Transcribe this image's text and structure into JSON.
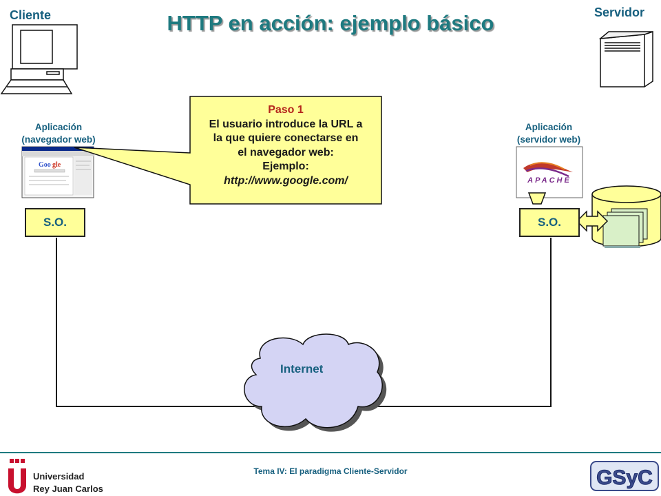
{
  "title": "HTTP en acción: ejemplo básico",
  "client": {
    "label": "Cliente",
    "app_label_line1": "Aplicación",
    "app_label_line2": "(navegador web)",
    "os_label": "S.O."
  },
  "server": {
    "label": "Servidor",
    "app_label_line1": "Aplicación",
    "app_label_line2": "(servidor web)",
    "os_label": "S.O.",
    "apache_logo_text": "APACHE"
  },
  "callout": {
    "step": "Paso 1",
    "line1": "El usuario introduce la URL a",
    "line2": "la que quiere conectarse en",
    "line3": "el navegador web:",
    "line4": "Ejemplo:",
    "url": "http://www.google.com/"
  },
  "network": {
    "label": "Internet"
  },
  "footer": {
    "text": "Tema IV: El paradigma Cliente-Servidor",
    "university_line1": "Universidad",
    "university_line2": "Rey Juan Carlos",
    "gsyc_logo_text": "GSyC"
  },
  "colors": {
    "title": "#1e7a80",
    "label": "#17607f",
    "os_box_fill": "#ffff99",
    "callout_fill": "#ffff99",
    "cloud_fill": "#d4d4f4",
    "step_text": "#b5261c",
    "urjc_red": "#c8102e"
  }
}
